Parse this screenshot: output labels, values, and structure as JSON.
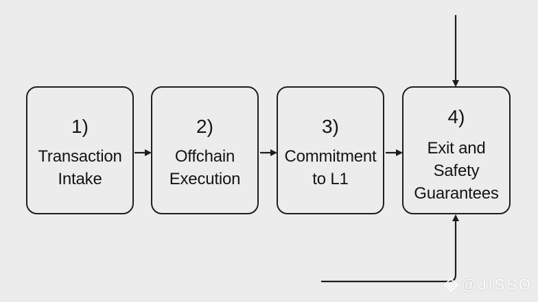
{
  "steps": [
    {
      "number": "1)",
      "label": "Transaction\nIntake"
    },
    {
      "number": "2)",
      "label": "Offchain\nExecution"
    },
    {
      "number": "3)",
      "label": "Commitment\nto L1"
    },
    {
      "number": "4)",
      "label": "Exit and\nSafety\nGuarantees"
    }
  ],
  "watermark": {
    "text": "@JISSO",
    "icon": "diamond-logo-icon"
  },
  "colors": {
    "background": "#ececec",
    "stroke": "#1c1c1c",
    "text": "#141414"
  }
}
